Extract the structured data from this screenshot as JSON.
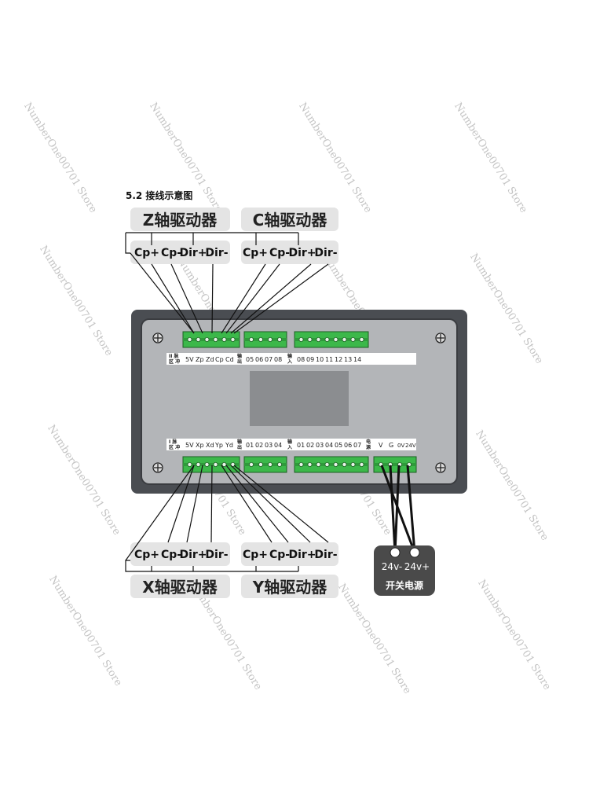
{
  "title": "5.2 接线示意图",
  "watermark": "NumberOne00701 Store",
  "drivers": {
    "z": {
      "name": "Z轴驱动器",
      "pins": [
        "Cp+",
        "Cp-",
        "Dir+",
        "Dir-"
      ]
    },
    "c": {
      "name": "C轴驱动器",
      "pins": [
        "Cp+",
        "Cp-",
        "Dir+",
        "Dir-"
      ]
    },
    "x": {
      "name": "X轴驱动器",
      "pins": [
        "Cp+",
        "Cp-",
        "Dir+",
        "Dir-"
      ]
    },
    "y": {
      "name": "Y轴驱动器",
      "pins": [
        "Cp+",
        "Cp-",
        "Dir+",
        "Dir-"
      ]
    }
  },
  "top_strip": {
    "pulse_a": "II 脉",
    "pulse_b": "区 冲",
    "pins": [
      "5V",
      "Zp",
      "Zd",
      "Cp",
      "Cd"
    ],
    "out_a": "输",
    "out_b": "出",
    "outputs": [
      "05",
      "06",
      "07",
      "08"
    ],
    "in_a": "输",
    "in_b": "入",
    "inputs": [
      "08",
      "09",
      "10",
      "11",
      "12",
      "13",
      "14"
    ]
  },
  "bottom_strip": {
    "pulse_a": "I 脉",
    "pulse_b": "区 冲",
    "pins": [
      "5V",
      "Xp",
      "Xd",
      "Yp",
      "Yd"
    ],
    "out_a": "输",
    "out_b": "出",
    "outputs": [
      "01",
      "02",
      "03",
      "04"
    ],
    "in_a": "输",
    "in_b": "入",
    "inputs": [
      "01",
      "02",
      "03",
      "04",
      "05",
      "06",
      "07"
    ],
    "pwr_a": "电",
    "pwr_b": "源",
    "power": [
      "V",
      "G",
      "0V",
      "24V"
    ]
  },
  "power_supply": {
    "neg": "24v-",
    "pos": "24v+",
    "name": "开关电源"
  },
  "colors": {
    "terminal": "#3cb84a",
    "panel_outer": "#4a4d52",
    "panel_inner": "#b3b5b8",
    "label_box": "#e4e4e4",
    "psu": "#4a4a4a"
  }
}
